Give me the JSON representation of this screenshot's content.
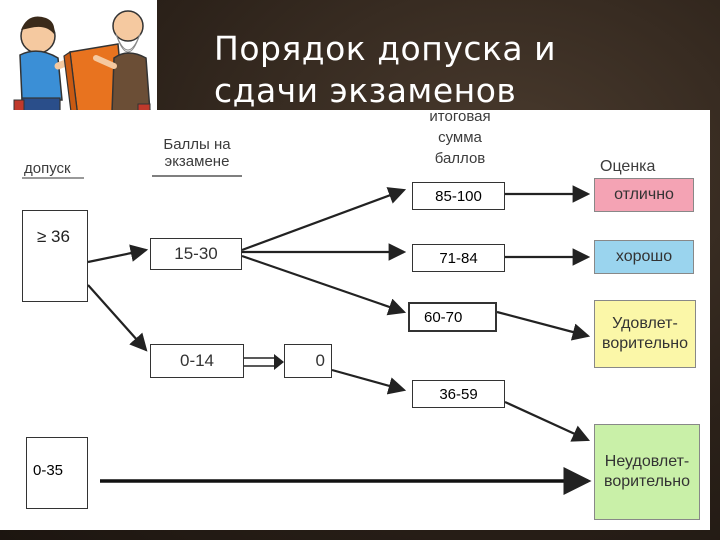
{
  "title": {
    "line1": "Порядок допуска и",
    "line2": "сдачи экзаменов"
  },
  "diagram": {
    "admission_header": "допуск",
    "exam_points_header": [
      "Баллы на",
      "экзамене"
    ],
    "total_header": [
      "итоговая",
      "сумма",
      "баллов"
    ],
    "grade_header": "Оценка",
    "admission_pass": "≥ 36",
    "admission_fail": "0-35",
    "exam_high": "15-30",
    "exam_low": "0-14",
    "exam_zero": "0",
    "total_ranges": [
      "85-100",
      "71-84",
      "60-70",
      "36-59"
    ],
    "grades": {
      "excellent": "отлично",
      "good": "хорошо",
      "satisfactory": [
        "Удовлет-",
        "ворительно"
      ],
      "unsatisfactory": [
        "Неудовлет-",
        "ворительно"
      ]
    }
  },
  "colors": {
    "excellent_fill": "#f4a3b4",
    "good_fill": "#9ad4ee",
    "satisfactory_fill": "#fbf7a8",
    "unsatisfactory_fill": "#c9f0a8"
  },
  "clipart": "exam-illustration"
}
